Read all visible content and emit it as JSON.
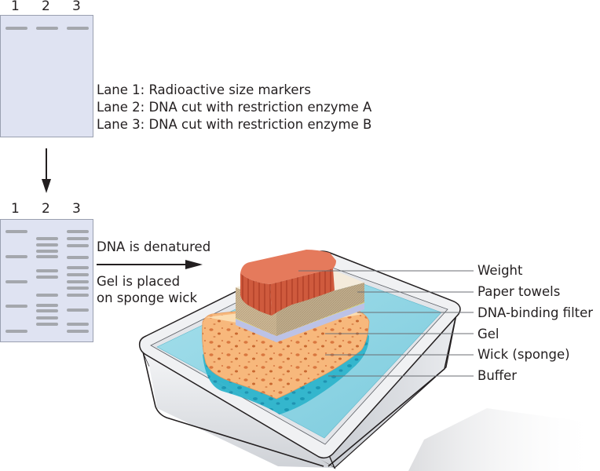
{
  "top_gel": {
    "lane_labels": [
      "1",
      "2",
      "3"
    ],
    "bands": {
      "lane1": [
        35
      ],
      "lane2": [
        35
      ],
      "lane3": [
        35
      ]
    }
  },
  "legend": [
    "Lane 1: Radioactive size markers",
    "Lane 2: DNA cut with restriction enzyme A",
    "Lane 3: DNA cut with restriction enzyme B"
  ],
  "bottom_gel": {
    "lane_labels": [
      "1",
      "2",
      "3"
    ],
    "bands": {
      "lane1": [
        294,
        326,
        358,
        389,
        421
      ],
      "lane2": [
        303,
        311,
        319,
        326,
        344,
        352,
        375,
        388,
        395,
        404,
        412
      ],
      "lane3": [
        294,
        303,
        312,
        327,
        340,
        349,
        358,
        366,
        375,
        394,
        412,
        421
      ]
    }
  },
  "steps": {
    "denature": "DNA is denatured",
    "placed_line1": "Gel is placed",
    "placed_line2": "on sponge wick"
  },
  "callouts": [
    "Weight",
    "Paper towels",
    "DNA-binding filter",
    "Gel",
    "Wick (sponge)",
    "Buffer"
  ],
  "colors": {
    "gel": "#dfe3f2",
    "band": "#a4a7ad",
    "buffer": "#8fd4e2",
    "sponge": "#f6b67a",
    "weight": "#d96a4c",
    "paper_towels": "#c9b594",
    "filter": "#b7bde0"
  }
}
